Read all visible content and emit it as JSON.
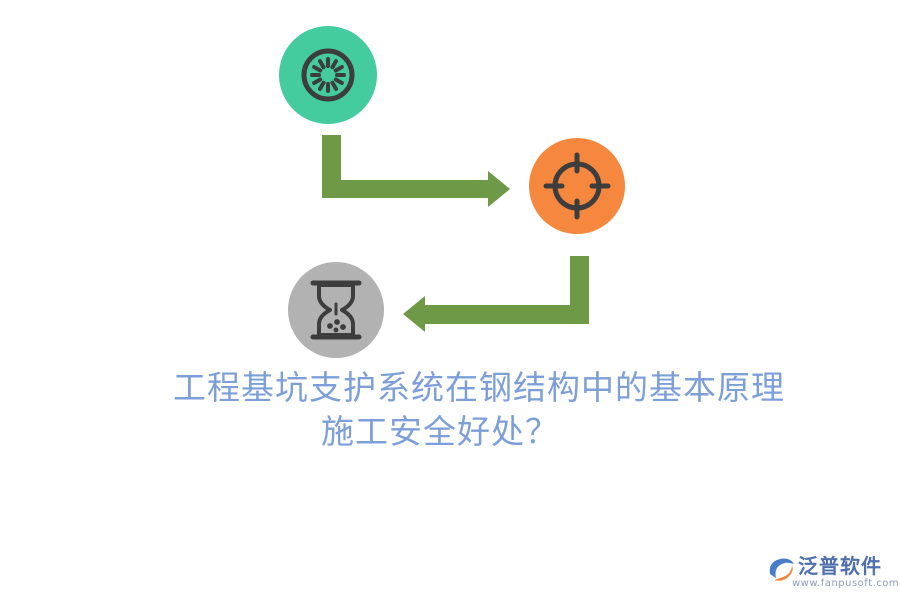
{
  "colors": {
    "node1": "#44cc9e",
    "node2": "#f5873f",
    "node3": "#b2b2b2",
    "icon_stroke": "#3d3d3d",
    "connector": "#6e9a48",
    "title": "#7d9fd9",
    "brand_name": "#4f6fae",
    "brand_url": "#8e9aba",
    "brand_logo_blue": "#4a7cc9",
    "brand_logo_orange": "#f2853a"
  },
  "nodes": [
    {
      "id": "node-1",
      "icon": "gear-icon",
      "fill_color": "node1"
    },
    {
      "id": "node-2",
      "icon": "crosshair-icon",
      "fill_color": "node2"
    },
    {
      "id": "node-3",
      "icon": "hourglass-icon",
      "fill_color": "node3"
    }
  ],
  "connectors": [
    {
      "from": "node-1",
      "to": "node-2"
    },
    {
      "from": "node-2",
      "to": "node-3"
    }
  ],
  "title": {
    "line1": "工程基坑支护系统在钢结构中的基本原理",
    "line2": "施工安全好处？"
  },
  "brand": {
    "logo_icon": "fanpu-logo-icon",
    "name": "泛普软件",
    "url": "www.fanpusoft.com"
  }
}
